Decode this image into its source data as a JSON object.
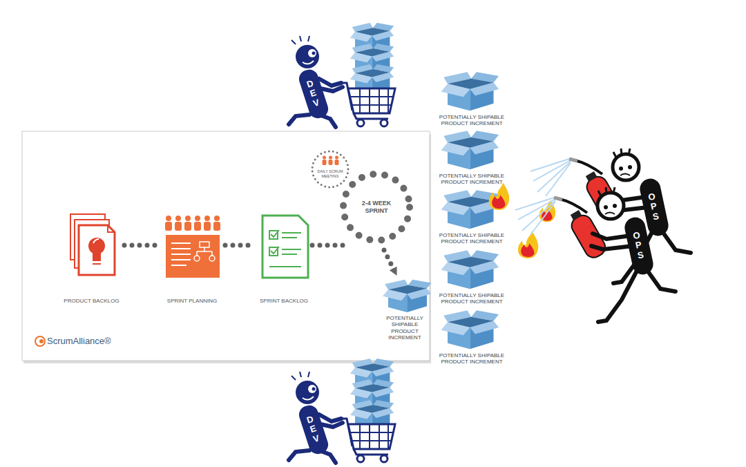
{
  "diagram": {
    "nodes": [
      {
        "text": [
          "ScrumAlliance®"
        ]
      },
      {
        "text": [
          "PRODUCT BACKLOG"
        ],
        "in": 0
      },
      {
        "text": [
          "SPRINT PLANNING"
        ],
        "in": 0
      },
      {
        "text": [
          "SPRINT BACKLOG"
        ],
        "in": 0
      },
      {
        "text": [
          "DAILY SCRUM MEETING"
        ],
        "in": 0
      },
      {
        "text": [
          "2-4 WEEK SPRINT"
        ],
        "in": 0
      },
      {
        "text": [
          "POTENTIALLY SHIPABLE PRODUCT INCREMENT"
        ],
        "in": 0
      },
      {
        "text": [
          "POTENTIALLY SHIPABLE PRODUCT INCREMENT"
        ]
      },
      {
        "text": [
          "POTENTIALLY SHIPABLE PRODUCT INCREMENT"
        ]
      },
      {
        "text": [
          "POTENTIALLY SHIPABLE PRODUCT INCREMENT"
        ]
      },
      {
        "text": [
          "POTENTIALLY SHIPABLE PRODUCT INCREMENT"
        ]
      },
      {
        "text": [
          "POTENTIALLY SHIPABLE PRODUCT INCREMENT"
        ]
      }
    ],
    "edges": [
      {
        "from": 1,
        "to": 2,
        "arrow": "none"
      },
      {
        "from": 2,
        "to": 3,
        "arrow": "none"
      },
      {
        "from": 3,
        "to": 5,
        "arrow": "none"
      },
      {
        "from": 5,
        "to": 6,
        "arrow": "to"
      }
    ],
    "labels": [
      "DEV",
      "OPS",
      "OPS",
      "DEV"
    ]
  }
}
